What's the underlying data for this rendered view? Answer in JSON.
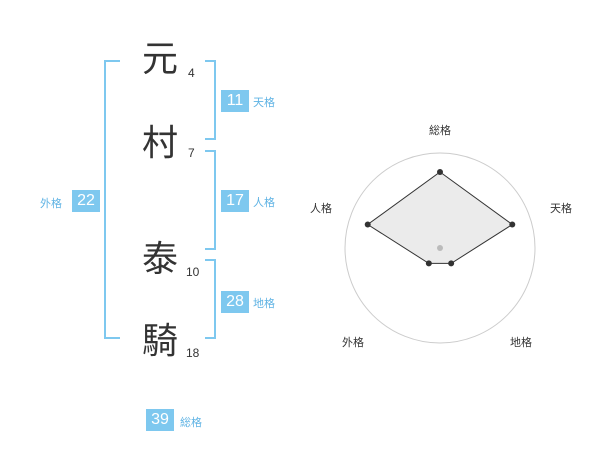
{
  "name": {
    "chars": [
      {
        "char": "元",
        "strokes": "4"
      },
      {
        "char": "村",
        "strokes": "7"
      },
      {
        "char": "泰",
        "strokes": "10"
      },
      {
        "char": "騎",
        "strokes": "18"
      }
    ]
  },
  "kakusu": {
    "tenkaku": {
      "value": "11",
      "label": "天格"
    },
    "jinkaku": {
      "value": "17",
      "label": "人格"
    },
    "chikaku": {
      "value": "28",
      "label": "地格"
    },
    "gaikaku": {
      "value": "22",
      "label": "外格"
    },
    "soukaku": {
      "value": "39",
      "label": "総格"
    }
  },
  "colors": {
    "accent": "#7ec8ef",
    "label_text": "#5fb3e4",
    "ink": "#333333"
  },
  "radar": {
    "axes": [
      "総格",
      "天格",
      "地格",
      "外格",
      "人格"
    ],
    "levels": 5,
    "scores": [
      4,
      4,
      1,
      1,
      4
    ]
  }
}
